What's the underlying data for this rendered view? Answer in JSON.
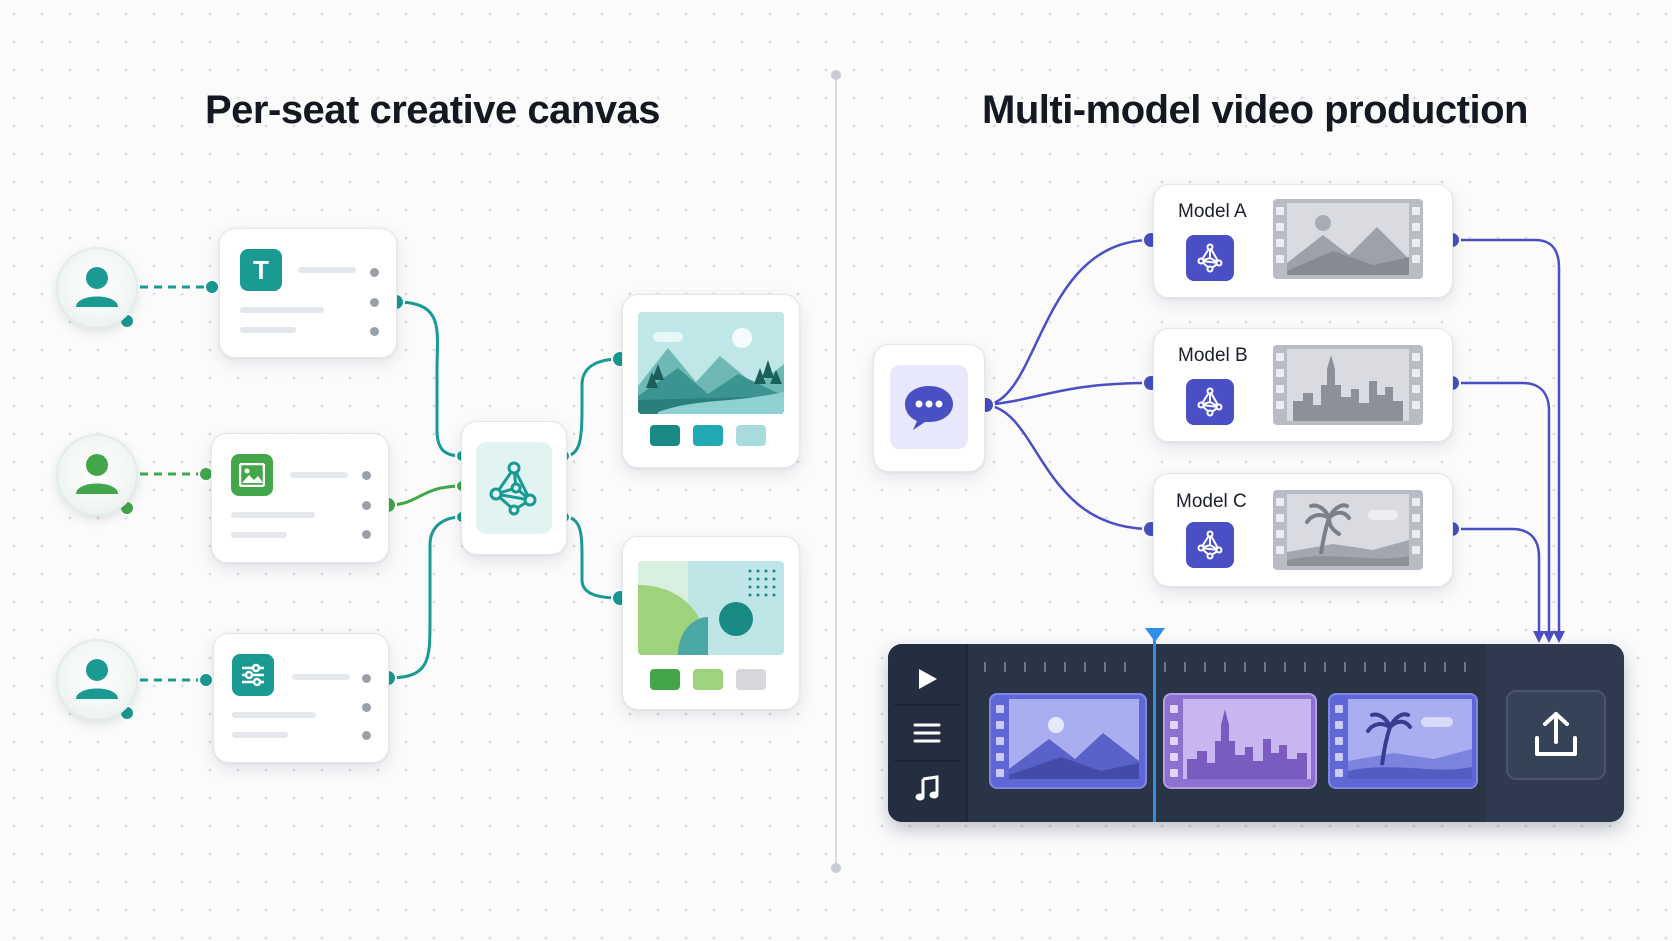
{
  "left_panel": {
    "title": "Per-seat creative canvas",
    "inputs": [
      {
        "avatar": "user-avatar-teal-icon",
        "tool": "text-tool-icon",
        "tool_letter": "T",
        "color": "#1a9a93"
      },
      {
        "avatar": "user-avatar-green-icon",
        "tool": "image-tool-icon",
        "color": "#43a64a"
      },
      {
        "avatar": "user-avatar-teal-icon",
        "tool": "sliders-tool-icon",
        "color": "#1a9a93"
      }
    ],
    "hub_icon": "ai-network-hub-icon",
    "outputs": [
      {
        "thumbnail": "mountain-lake-landscape-icon",
        "swatches": [
          "#1a8a84",
          "#22a9b4",
          "#a7dbdc"
        ]
      },
      {
        "thumbnail": "abstract-shapes-icon",
        "swatches": [
          "#43a64a",
          "#9fd27c",
          "#d5d7dc"
        ]
      }
    ]
  },
  "right_panel": {
    "title": "Multi-model video production",
    "prompt_icon": "chat-bubble-icon",
    "models": [
      {
        "label": "Model A",
        "icon": "model-network-icon",
        "thumbnail": "mountain-film-icon"
      },
      {
        "label": "Model B",
        "icon": "model-network-icon",
        "thumbnail": "city-skyline-film-icon"
      },
      {
        "label": "Model C",
        "icon": "model-network-icon",
        "thumbnail": "palm-beach-film-icon"
      }
    ],
    "timeline": {
      "controls": [
        "play-icon",
        "menu-icon",
        "music-note-icon"
      ],
      "clips": [
        "mountain-clip-icon",
        "city-clip-icon",
        "beach-clip-icon"
      ],
      "export_icon": "upload-export-icon"
    }
  },
  "colors": {
    "teal": "#1a9a93",
    "green": "#43a64a",
    "indigo": "#4a4fc4",
    "timeline_bg": "#2a3447",
    "playhead": "#2f8fe8"
  }
}
